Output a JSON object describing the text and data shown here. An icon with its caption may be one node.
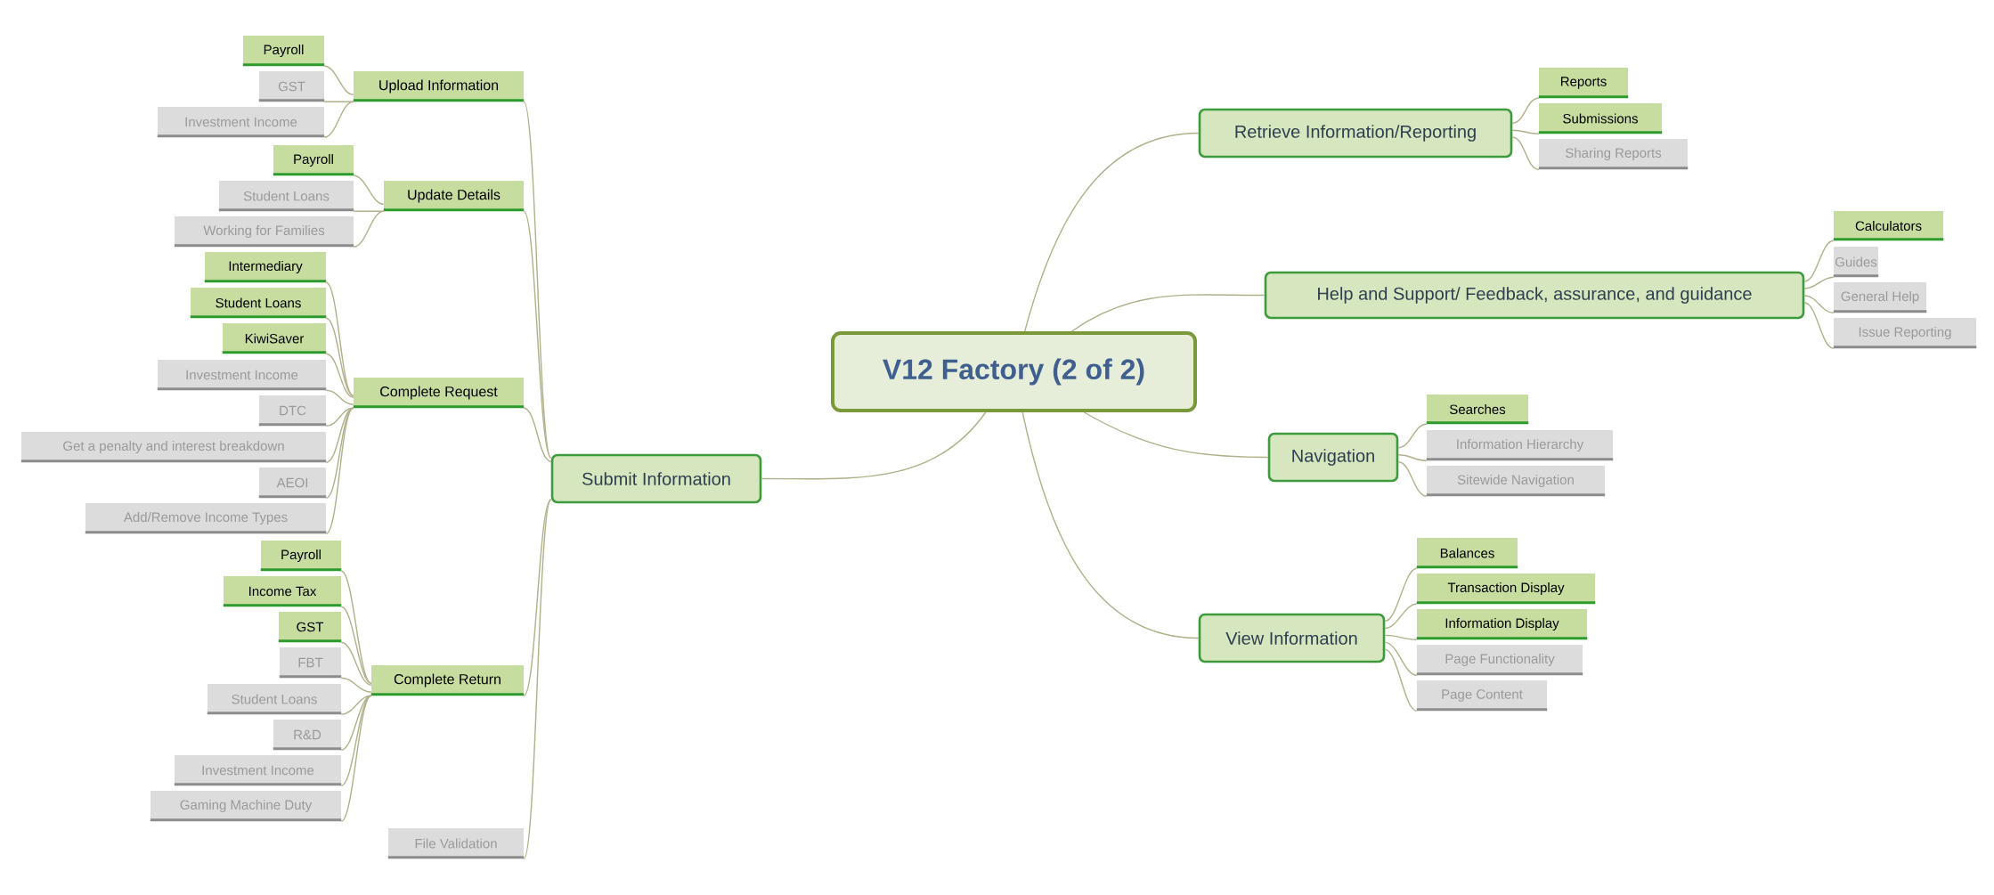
{
  "diagram": {
    "nodes": [
      {
        "text": [
          "V12 Factory (2 of 2)"
        ]
      },
      {
        "text": [
          "Submit Information"
        ]
      },
      {
        "text": [
          "Upload Information"
        ]
      },
      {
        "text": [
          "Payroll"
        ]
      },
      {
        "text": [
          "GST"
        ]
      },
      {
        "text": [
          "Investment Income"
        ]
      },
      {
        "text": [
          "Update Details"
        ]
      },
      {
        "text": [
          "Payroll"
        ]
      },
      {
        "text": [
          "Student Loans"
        ]
      },
      {
        "text": [
          "Working for Families"
        ]
      },
      {
        "text": [
          "Complete Request"
        ]
      },
      {
        "text": [
          "Intermediary"
        ]
      },
      {
        "text": [
          "Student Loans"
        ]
      },
      {
        "text": [
          "KiwiSaver"
        ]
      },
      {
        "text": [
          "Investment Income"
        ]
      },
      {
        "text": [
          "DTC"
        ]
      },
      {
        "text": [
          "Get a penalty and interest breakdown"
        ]
      },
      {
        "text": [
          "AEOI"
        ]
      },
      {
        "text": [
          "Add/Remove Income Types"
        ]
      },
      {
        "text": [
          "Complete Return"
        ]
      },
      {
        "text": [
          "Payroll"
        ]
      },
      {
        "text": [
          "Income Tax"
        ]
      },
      {
        "text": [
          "GST"
        ]
      },
      {
        "text": [
          "FBT"
        ]
      },
      {
        "text": [
          "Student Loans"
        ]
      },
      {
        "text": [
          "R&D"
        ]
      },
      {
        "text": [
          "Investment Income"
        ]
      },
      {
        "text": [
          "Gaming Machine Duty"
        ]
      },
      {
        "text": [
          "File Validation"
        ]
      },
      {
        "text": [
          "Retrieve Information/Reporting"
        ]
      },
      {
        "text": [
          "Reports"
        ]
      },
      {
        "text": [
          "Submissions"
        ]
      },
      {
        "text": [
          "Sharing Reports"
        ]
      },
      {
        "text": [
          "Help and Support/ Feedback, assurance, and guidance"
        ]
      },
      {
        "text": [
          "Calculators"
        ]
      },
      {
        "text": [
          "Guides"
        ]
      },
      {
        "text": [
          "General Help"
        ]
      },
      {
        "text": [
          "Issue Reporting"
        ]
      },
      {
        "text": [
          "Navigation"
        ]
      },
      {
        "text": [
          "Searches"
        ]
      },
      {
        "text": [
          "Information Hierarchy"
        ]
      },
      {
        "text": [
          "Sitewide Navigation"
        ]
      },
      {
        "text": [
          "View Information"
        ]
      },
      {
        "text": [
          "Balances"
        ]
      },
      {
        "text": [
          "Transaction Display"
        ]
      },
      {
        "text": [
          "Information Display"
        ]
      },
      {
        "text": [
          "Page Functionality"
        ]
      },
      {
        "text": [
          "Page Content"
        ]
      }
    ],
    "edges": [
      {
        "from": 0,
        "to": 1,
        "arrow": "none"
      },
      {
        "from": 1,
        "to": 2,
        "arrow": "none"
      },
      {
        "from": 2,
        "to": 3,
        "arrow": "none"
      },
      {
        "from": 2,
        "to": 4,
        "arrow": "none"
      },
      {
        "from": 2,
        "to": 5,
        "arrow": "none"
      },
      {
        "from": 1,
        "to": 6,
        "arrow": "none"
      },
      {
        "from": 6,
        "to": 7,
        "arrow": "none"
      },
      {
        "from": 6,
        "to": 8,
        "arrow": "none"
      },
      {
        "from": 6,
        "to": 9,
        "arrow": "none"
      },
      {
        "from": 1,
        "to": 10,
        "arrow": "none"
      },
      {
        "from": 10,
        "to": 11,
        "arrow": "none"
      },
      {
        "from": 10,
        "to": 12,
        "arrow": "none"
      },
      {
        "from": 10,
        "to": 13,
        "arrow": "none"
      },
      {
        "from": 10,
        "to": 14,
        "arrow": "none"
      },
      {
        "from": 10,
        "to": 15,
        "arrow": "none"
      },
      {
        "from": 10,
        "to": 16,
        "arrow": "none"
      },
      {
        "from": 10,
        "to": 17,
        "arrow": "none"
      },
      {
        "from": 10,
        "to": 18,
        "arrow": "none"
      },
      {
        "from": 1,
        "to": 19,
        "arrow": "none"
      },
      {
        "from": 19,
        "to": 20,
        "arrow": "none"
      },
      {
        "from": 19,
        "to": 21,
        "arrow": "none"
      },
      {
        "from": 19,
        "to": 22,
        "arrow": "none"
      },
      {
        "from": 19,
        "to": 23,
        "arrow": "none"
      },
      {
        "from": 19,
        "to": 24,
        "arrow": "none"
      },
      {
        "from": 19,
        "to": 25,
        "arrow": "none"
      },
      {
        "from": 19,
        "to": 26,
        "arrow": "none"
      },
      {
        "from": 19,
        "to": 27,
        "arrow": "none"
      },
      {
        "from": 1,
        "to": 28,
        "arrow": "none"
      },
      {
        "from": 0,
        "to": 29,
        "arrow": "none"
      },
      {
        "from": 29,
        "to": 30,
        "arrow": "none"
      },
      {
        "from": 29,
        "to": 31,
        "arrow": "none"
      },
      {
        "from": 29,
        "to": 32,
        "arrow": "none"
      },
      {
        "from": 0,
        "to": 33,
        "arrow": "none"
      },
      {
        "from": 33,
        "to": 34,
        "arrow": "none"
      },
      {
        "from": 33,
        "to": 35,
        "arrow": "none"
      },
      {
        "from": 33,
        "to": 36,
        "arrow": "none"
      },
      {
        "from": 33,
        "to": 37,
        "arrow": "none"
      },
      {
        "from": 0,
        "to": 38,
        "arrow": "none"
      },
      {
        "from": 38,
        "to": 39,
        "arrow": "none"
      },
      {
        "from": 38,
        "to": 40,
        "arrow": "none"
      },
      {
        "from": 38,
        "to": 41,
        "arrow": "none"
      },
      {
        "from": 0,
        "to": 42,
        "arrow": "none"
      },
      {
        "from": 42,
        "to": 43,
        "arrow": "none"
      },
      {
        "from": 42,
        "to": 44,
        "arrow": "none"
      },
      {
        "from": 42,
        "to": 45,
        "arrow": "none"
      },
      {
        "from": 42,
        "to": 46,
        "arrow": "none"
      },
      {
        "from": 42,
        "to": 47,
        "arrow": "none"
      }
    ]
  }
}
